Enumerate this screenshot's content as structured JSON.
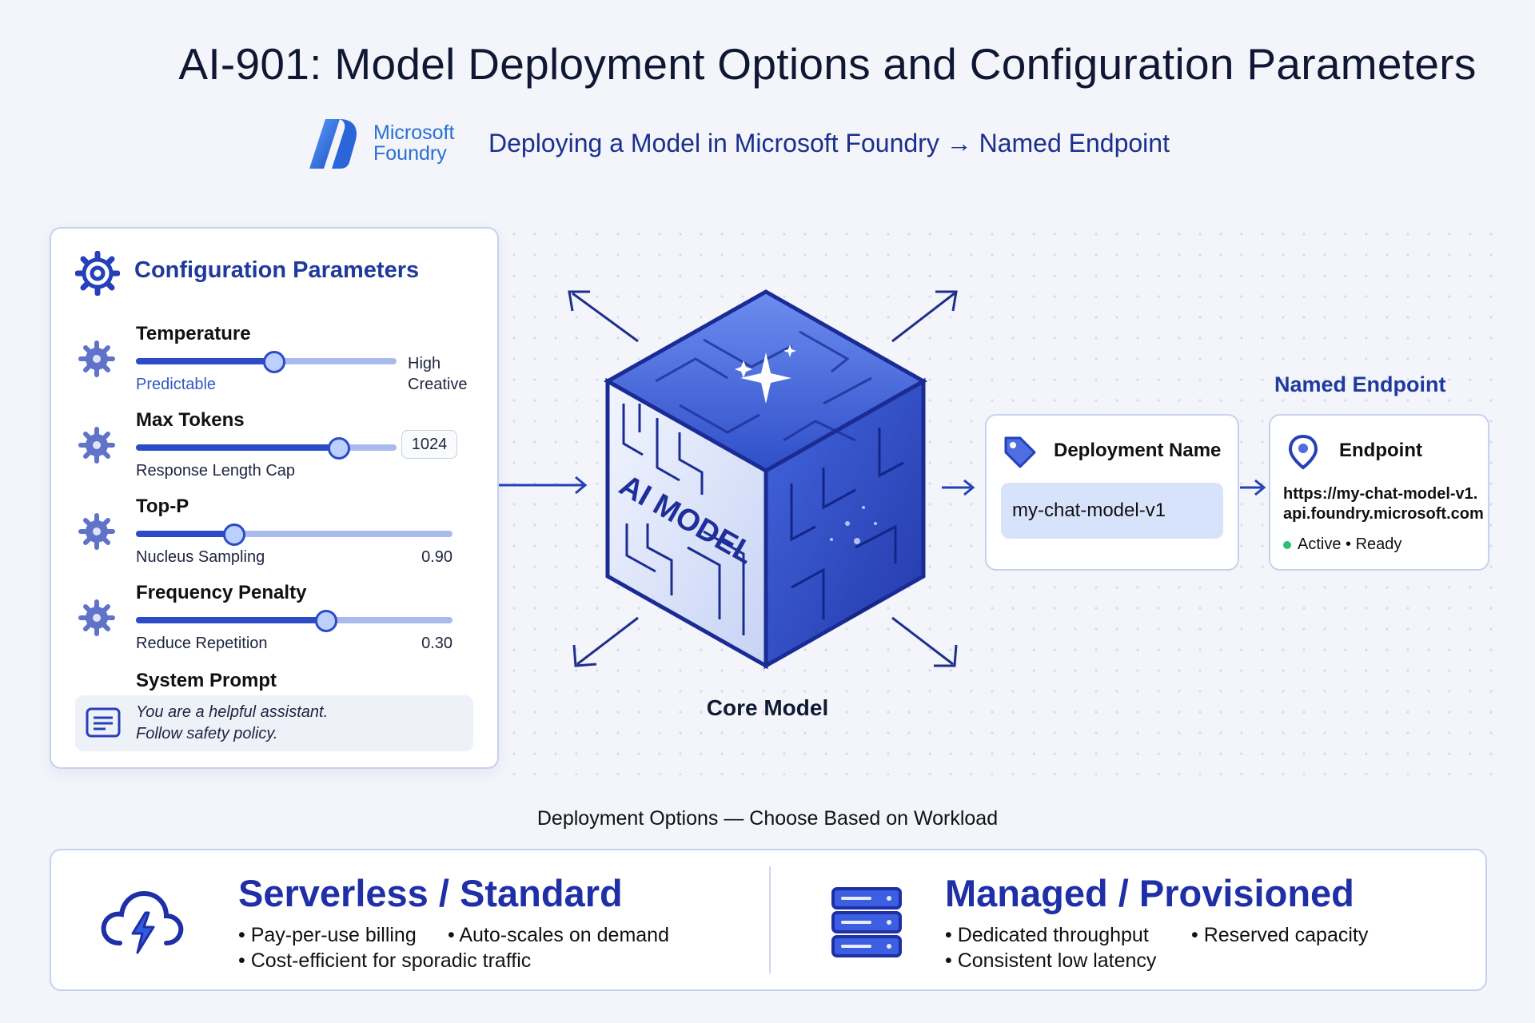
{
  "header": {
    "title": "AI-901: Model Deployment Options and Configuration Parameters",
    "logo_line1": "Microsoft",
    "logo_line2": "Foundry",
    "subtitle": "Deploying a Model in Microsoft Foundry → Named Endpoint"
  },
  "config": {
    "title": "Configuration Parameters",
    "params": [
      {
        "name": "Temperature",
        "low_label": "Predictable",
        "high_label_1": "High",
        "high_label_2": "Creative",
        "level": 0.53
      },
      {
        "name": "Max Tokens",
        "caption": "Response Length Cap",
        "value": "1024",
        "level": 0.78
      },
      {
        "name": "Top-P",
        "caption": "Nucleus Sampling",
        "value": "0.90",
        "level": 0.31
      },
      {
        "name": "Frequency Penalty",
        "caption": "Reduce Repetition",
        "value": "0.30",
        "level": 0.6
      }
    ],
    "system_prompt": {
      "title": "System Prompt",
      "line1": "You are a helpful assistant.",
      "line2": "Follow safety policy."
    }
  },
  "model": {
    "cube_text": "AI MODEL",
    "label": "Core Model"
  },
  "deployment": {
    "title": "Deployment Name",
    "value": "my-chat-model-v1"
  },
  "endpoint": {
    "heading": "Named Endpoint",
    "title": "Endpoint",
    "url_line1": "https://my-chat-model-v1.",
    "url_line2": "api.foundry.microsoft.com",
    "status": "Active • Ready"
  },
  "options": {
    "title": "Deployment Options — Choose Based on Workload",
    "serverless": {
      "title": "Serverless / Standard",
      "b1": "• Pay-per-use billing",
      "b2": "• Auto-scales on demand",
      "b3": "• Cost-efficient for sporadic traffic"
    },
    "managed": {
      "title": "Managed / Provisioned",
      "b1": "• Dedicated throughput",
      "b2": "• Reserved capacity",
      "b3": "• Consistent low latency"
    }
  },
  "colors": {
    "accent": "#2b4bc7",
    "heading": "#1f3a9c",
    "cube_top": "#3c5fd6",
    "status_green": "#2dbe76"
  }
}
